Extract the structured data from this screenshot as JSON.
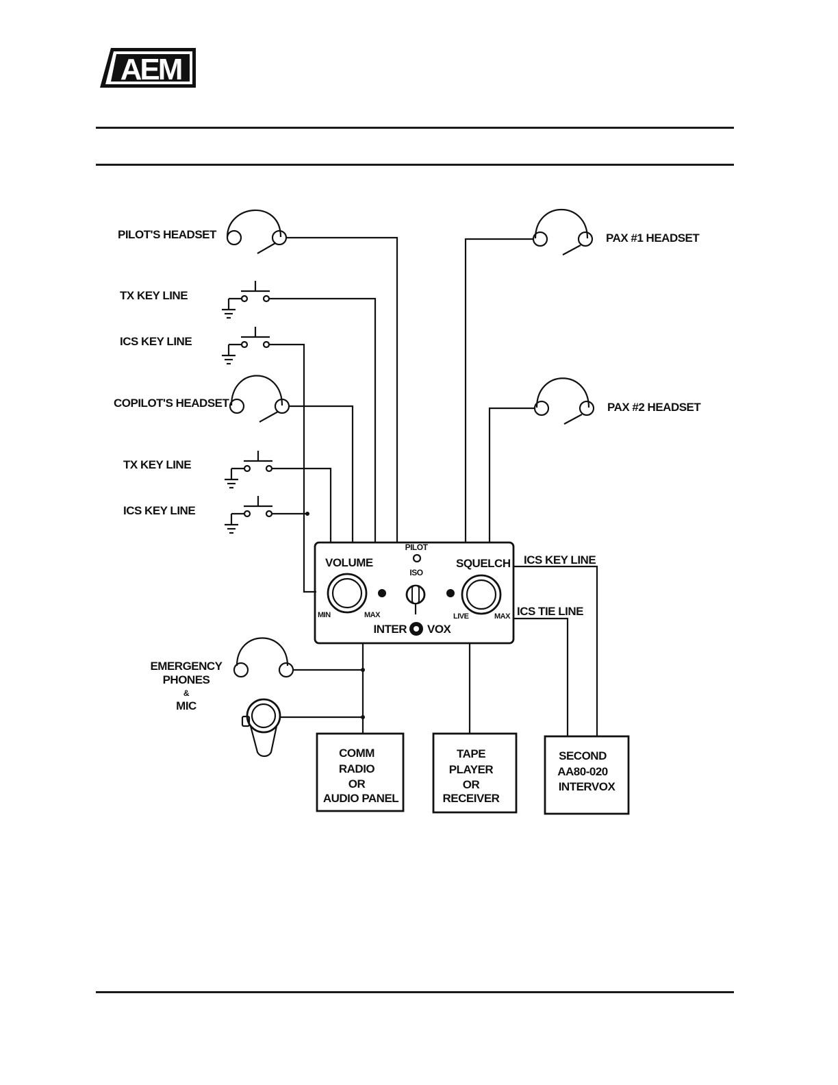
{
  "header": {
    "logo_text": "AEM"
  },
  "diagram": {
    "pilot_headset": "PILOT'S HEADSET",
    "tx_key_line_1": "TX KEY LINE",
    "ics_key_line_1": "ICS KEY LINE",
    "copilot_headset": "COPILOT'S HEADSET",
    "tx_key_line_2": "TX KEY LINE",
    "ics_key_line_2": "ICS KEY LINE",
    "pax1_headset": "PAX #1 HEADSET",
    "pax2_headset": "PAX #2 HEADSET",
    "panel": {
      "volume": "VOLUME",
      "squelch": "SQUELCH",
      "pilot": "PILOT",
      "iso": "ISO",
      "min": "MIN",
      "max_left": "MAX",
      "live": "LIVE",
      "max_right": "MAX",
      "inter": "INTER",
      "vox": "VOX"
    },
    "ics_key_line_right": "ICS KEY LINE",
    "ics_tie_line": "ICS TIE LINE",
    "emergency": [
      "EMERGENCY",
      "PHONES",
      "&",
      "MIC"
    ],
    "comm_box": [
      "COMM",
      "RADIO",
      "OR",
      "AUDIO PANEL"
    ],
    "tape_box": [
      "TAPE",
      "PLAYER",
      "OR",
      "RECEIVER"
    ],
    "second_box": [
      "SECOND",
      "AA80-020",
      "INTERVOX"
    ]
  }
}
